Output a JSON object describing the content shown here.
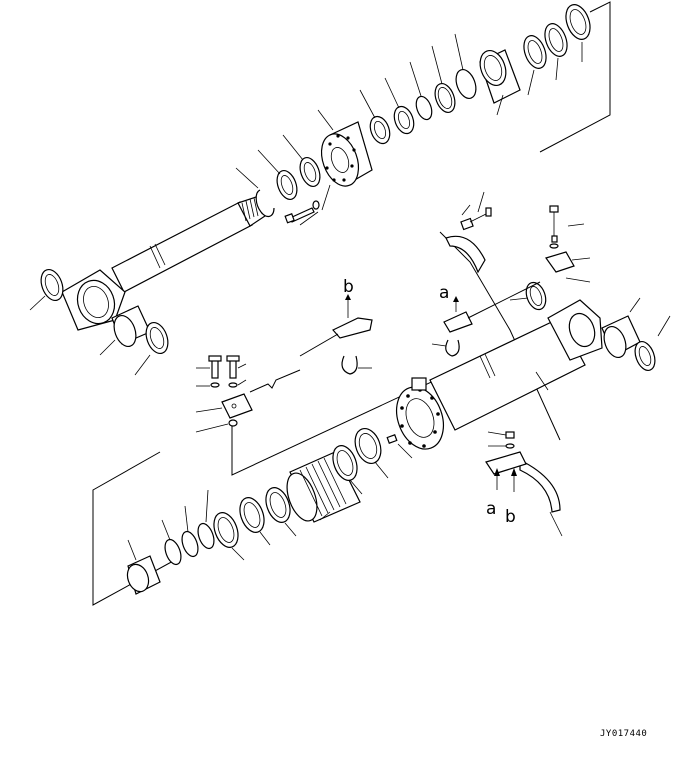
{
  "diagram": {
    "drawing_code": "JY017440",
    "callouts": {
      "a_upper": "a",
      "b_upper": "b",
      "a_lower": "a",
      "b_lower": "b"
    }
  }
}
